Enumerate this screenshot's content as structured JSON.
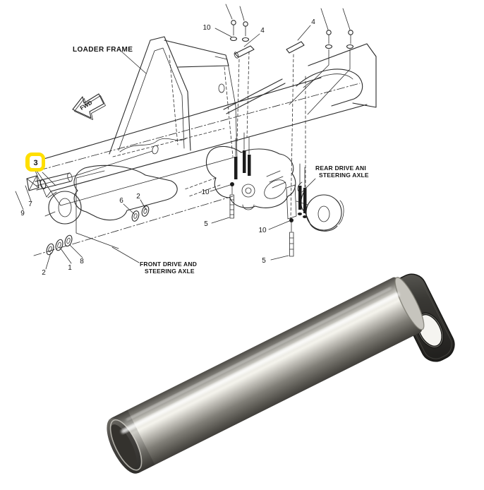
{
  "diagram": {
    "labels": {
      "loader_frame": "LOADER FRAME",
      "fwd": "FWD",
      "front_axle_line1": "FRONT DRIVE AND",
      "front_axle_line2": "STEERING AXLE",
      "rear_axle_line1": "REAR DRIVE ANI",
      "rear_axle_line2": "STEERING AXLE"
    },
    "callouts": {
      "top_10": "10",
      "top_4_left": "4",
      "top_4_right": "4",
      "item_3": "3",
      "item_7": "7",
      "item_9": "9",
      "item_6": "6",
      "item_2_upper": "2",
      "item_2_lower": "2",
      "item_1": "1",
      "item_8": "8",
      "mid_10_left": "10",
      "mid_5_left": "5",
      "mid_10_right": "10",
      "mid_5_right": "5"
    },
    "highlight_color": "#ffdf00"
  },
  "photo": {
    "colors": {
      "shaft_highlight": "#f4f3ec",
      "shaft_shadow": "#474540",
      "flange_dark": "#262522",
      "hole_light": "#f5f4f0"
    }
  }
}
